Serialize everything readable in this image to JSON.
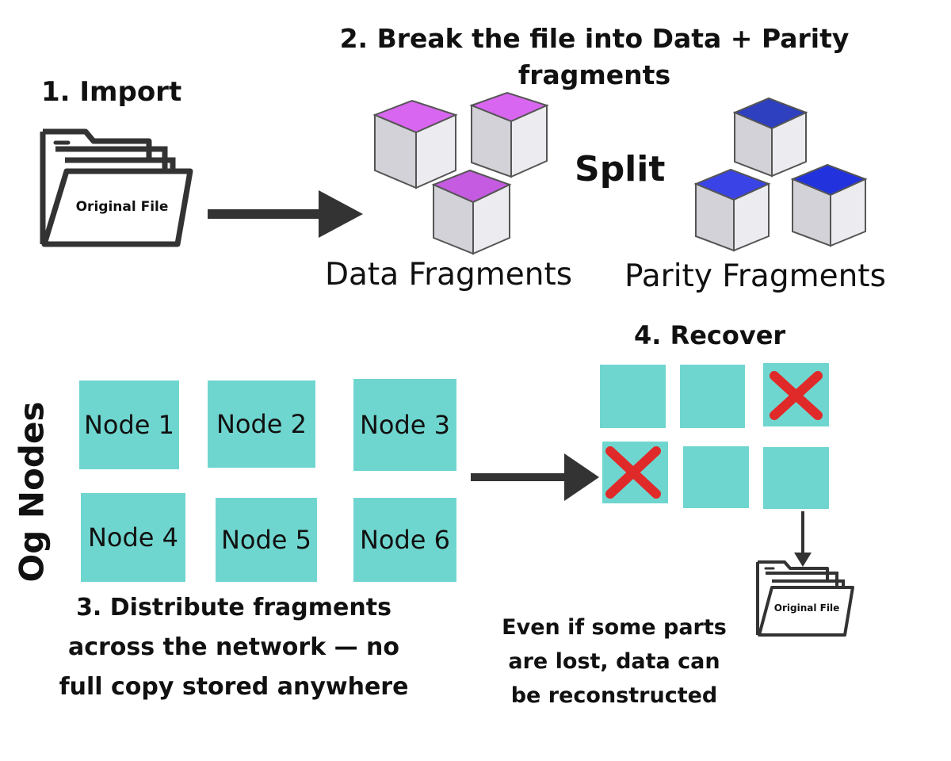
{
  "steps": {
    "import": {
      "title": "1. Import",
      "file_label": "Original File"
    },
    "break": {
      "title_line1": "2. Break the file into Data + Parity",
      "title_line2": "fragments",
      "split_word": "Split",
      "data_label": "Data Fragments",
      "parity_label": "Parity Fragments"
    },
    "distribute": {
      "side_label": "Og Nodes",
      "nodes": [
        "Node 1",
        "Node 2",
        "Node 3",
        "Node 4",
        "Node 5",
        "Node 6"
      ],
      "caption_lines": [
        "3. Distribute fragments",
        "across the network — no",
        "full copy stored anywhere"
      ]
    },
    "recover": {
      "title": "4. Recover",
      "file_label": "Original File",
      "note_lines": [
        "Even if some parts",
        "are lost, data can",
        "be reconstructed"
      ]
    }
  },
  "colors": {
    "node_fill": "#6fd6cf",
    "data_cube_top": "#d966f0",
    "parity_cube_top": "#2e3fe0",
    "cube_side": "#e6e6ea",
    "arrow": "#333333",
    "cross": "#e02a2a"
  }
}
